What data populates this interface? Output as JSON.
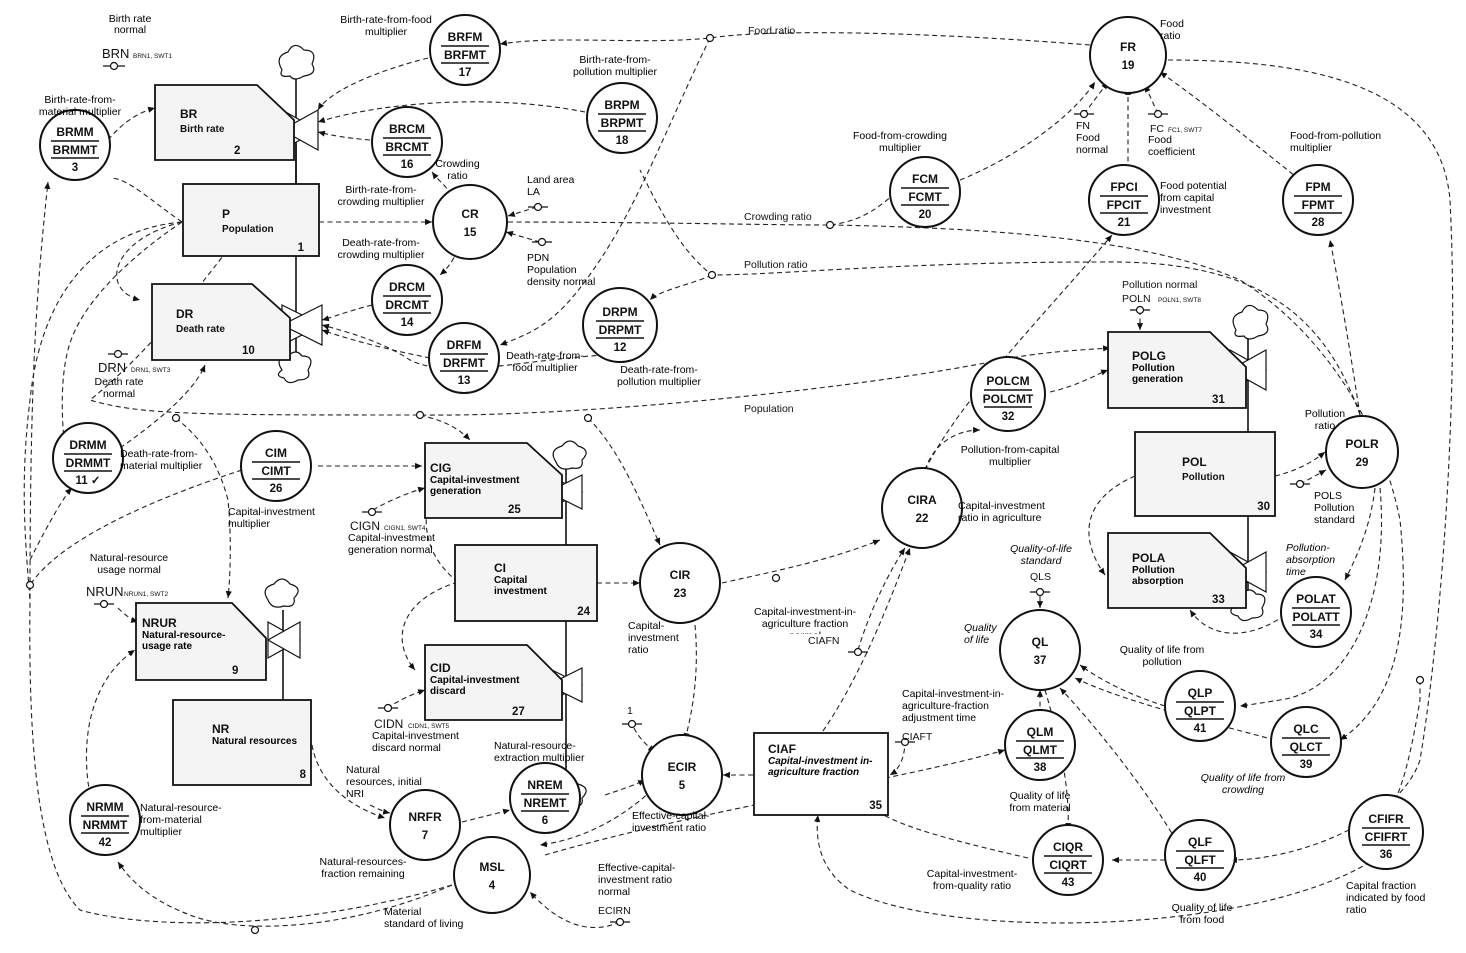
{
  "circles": [
    {
      "id": "brfm",
      "name": "BRFM",
      "table": "BRFMT",
      "num": "17"
    },
    {
      "id": "brpm",
      "name": "BRPM",
      "table": "BRPMT",
      "num": "18"
    },
    {
      "id": "brmm",
      "name": "BRMM",
      "table": "BRMMT",
      "num": "3"
    },
    {
      "id": "brcm",
      "name": "BRCM",
      "table": "BRCMT",
      "num": "16"
    },
    {
      "id": "drcm",
      "name": "DRCM",
      "table": "DRCMT",
      "num": "14"
    },
    {
      "id": "drfm",
      "name": "DRFM",
      "table": "DRFMT",
      "num": "13"
    },
    {
      "id": "drpm",
      "name": "DRPM",
      "table": "DRPMT",
      "num": "12"
    },
    {
      "id": "drmm",
      "name": "DRMM",
      "table": "DRMMT",
      "num": "11 ✓"
    },
    {
      "id": "cim",
      "name": "CIM",
      "table": "CIMT",
      "num": "26"
    },
    {
      "id": "fcm",
      "name": "FCM",
      "table": "FCMT",
      "num": "20"
    },
    {
      "id": "fpci",
      "name": "FPCI",
      "table": "FPCIT",
      "num": "21"
    },
    {
      "id": "fpm",
      "name": "FPM",
      "table": "FPMT",
      "num": "28"
    },
    {
      "id": "polcm",
      "name": "POLCM",
      "table": "POLCMT",
      "num": "32"
    },
    {
      "id": "polat",
      "name": "POLAT",
      "table": "POLATT",
      "num": "34"
    },
    {
      "id": "qlp",
      "name": "QLP",
      "table": "QLPT",
      "num": "41"
    },
    {
      "id": "qlm",
      "name": "QLM",
      "table": "QLMT",
      "num": "38"
    },
    {
      "id": "qlc",
      "name": "QLC",
      "table": "QLCT",
      "num": "39"
    },
    {
      "id": "qlf",
      "name": "QLF",
      "table": "QLFT",
      "num": "40"
    },
    {
      "id": "ciqr",
      "name": "CIQR",
      "table": "CIQRT",
      "num": "43"
    },
    {
      "id": "cfifr",
      "name": "CFIFR",
      "table": "CFIFRT",
      "num": "36"
    },
    {
      "id": "nrem",
      "name": "NREM",
      "table": "NREMT",
      "num": "6"
    },
    {
      "id": "nrmm",
      "name": "NRMM",
      "table": "NRMMT",
      "num": "42"
    }
  ],
  "aux": [
    {
      "id": "fr",
      "name": "FR",
      "num": "19"
    },
    {
      "id": "cr",
      "name": "CR",
      "num": "15"
    },
    {
      "id": "polr",
      "name": "POLR",
      "num": "29"
    },
    {
      "id": "cira",
      "name": "CIRA",
      "num": "22"
    },
    {
      "id": "cir",
      "name": "CIR",
      "num": "23"
    },
    {
      "id": "ql",
      "name": "QL",
      "num": "37"
    },
    {
      "id": "ecir",
      "name": "ECIR",
      "num": "5"
    },
    {
      "id": "nrfr",
      "name": "NRFR",
      "num": "7"
    },
    {
      "id": "msl",
      "name": "MSL",
      "num": "4"
    }
  ],
  "levels": [
    {
      "id": "p",
      "code": "P",
      "title": "Population",
      "num": "1"
    },
    {
      "id": "pol",
      "code": "POL",
      "title": "Pollution",
      "num": "30"
    },
    {
      "id": "nr",
      "code": "NR",
      "title": "Natural resources",
      "num": "8"
    },
    {
      "id": "ciaf",
      "code": "CIAF",
      "title": "Capital-investment in-agriculture fraction",
      "num": "35"
    }
  ],
  "rates": [
    {
      "id": "br",
      "code": "BR",
      "title": "Birth rate",
      "num": "2"
    },
    {
      "id": "dr",
      "code": "DR",
      "title": "Death rate",
      "num": "10"
    },
    {
      "id": "cig",
      "code": "CIG",
      "title": "Capital-investment generation",
      "num": "25"
    },
    {
      "id": "ci",
      "code": "CI",
      "title": "Capital investment",
      "num": "24"
    },
    {
      "id": "cid",
      "code": "CID",
      "title": "Capital-investment discard",
      "num": "27"
    },
    {
      "id": "nrur",
      "code": "NRUR",
      "title": "Natural-resource-usage rate",
      "num": "9"
    },
    {
      "id": "polg",
      "code": "POLG",
      "title": "Pollution generation",
      "num": "31"
    },
    {
      "id": "pola",
      "code": "POLA",
      "title": "Pollution absorption",
      "num": "33"
    }
  ],
  "labels": {
    "brn_desc": "Birth rate normal",
    "brn": "BRN",
    "brn_sub": "BRN1, SWT1",
    "brmm_desc": "Birth-rate-from-material multiplier",
    "brfm_desc": "Birth-rate-from-food multiplier",
    "brpm_desc": "Birth-rate-from-pollution multiplier",
    "food_ratio": "Food ratio",
    "fr_desc": "Food ratio",
    "crowding_ratio_lbl": "Crowding ratio",
    "brcm_desc": "Birth-rate-from-crowding multiplier",
    "la": "Land area LA",
    "drcm_desc": "Death-rate-from-crowding multiplier",
    "pdn": "PDN Population density normal",
    "crowding_ratio": "Crowding ratio",
    "fcm_desc": "Food-from-crowding multiplier",
    "fn": "FN Food normal",
    "fc": "FC",
    "fc_sub": "FC1, SWT7",
    "fc_desc": "Food coefficient",
    "fpci_desc": "Food potential from capital investment",
    "fpm_desc": "Food-from-pollution multiplier",
    "pollution_ratio": "Pollution ratio",
    "drn": "DRN",
    "drn_sub": "DRN1, SWT3",
    "drn_desc": "Death rate normal",
    "drfm_desc": "Death-rate-from-food multiplier",
    "drpm_desc": "Death-rate-from-pollution multiplier",
    "poln_desc": "Pollution normal",
    "poln": "POLN",
    "poln_sub": "POLN1, SWT8",
    "population": "Population",
    "polcm_desc": "Pollution-from-capital multiplier",
    "polr_desc": "Pollution ratio",
    "drmm_desc": "Death-rate-from-material multiplier",
    "cim_desc": "Capital-investment multiplier",
    "cign": "CIGN",
    "cign_sub": "CIGN1, SWT4",
    "cign_desc": "Capital-investment generation normal",
    "cira_desc": "Capital-investment ratio in agriculture",
    "pols": "POLS Pollution standard",
    "polat_desc": "Pollution-absorption time",
    "nrun_desc": "Natural-resource usage normal",
    "nrun": "NRUN",
    "nrun_sub": "NRUN1, SWT2",
    "qls": "Quality-of-life standard",
    "qls_code": "QLS",
    "ql_desc": "Quality of life",
    "cir_desc": "Capital-investment ratio",
    "ciafn": "Capital-investment-in-agriculture fraction normal",
    "ciafn_code": "CIAFN",
    "qlp_desc": "Quality of life from pollution",
    "cidn": "CIDN",
    "cidn_sub": "CIDN1, SWT5",
    "cidn_desc": "Capital-investment discard normal",
    "nrem_desc": "Natural-resource-extraction multiplier",
    "one": "1",
    "ciaft_desc": "Capital-investment-in-agriculture-fraction adjustment time",
    "ciaft": "CIAFT",
    "qlm_desc": "Quality of life from material",
    "qlc_desc": "Quality of life from crowding",
    "nri": "Natural resources, initial NRI",
    "ecir_desc": "Effective-capital-investment ratio",
    "nrmm_desc": "Natural-resource-from-material multiplier",
    "nrfr_desc": "Natural-resources-fraction remaining",
    "ecirn": "Effective-capital-investment ratio normal",
    "ecirn_code": "ECIRN",
    "msl_desc": "Material standard of living",
    "ciqr_desc": "Capital-investment-from-quality ratio",
    "qlf_desc": "Quality of life from food",
    "cfifr_desc": "Capital fraction indicated by food ratio"
  }
}
